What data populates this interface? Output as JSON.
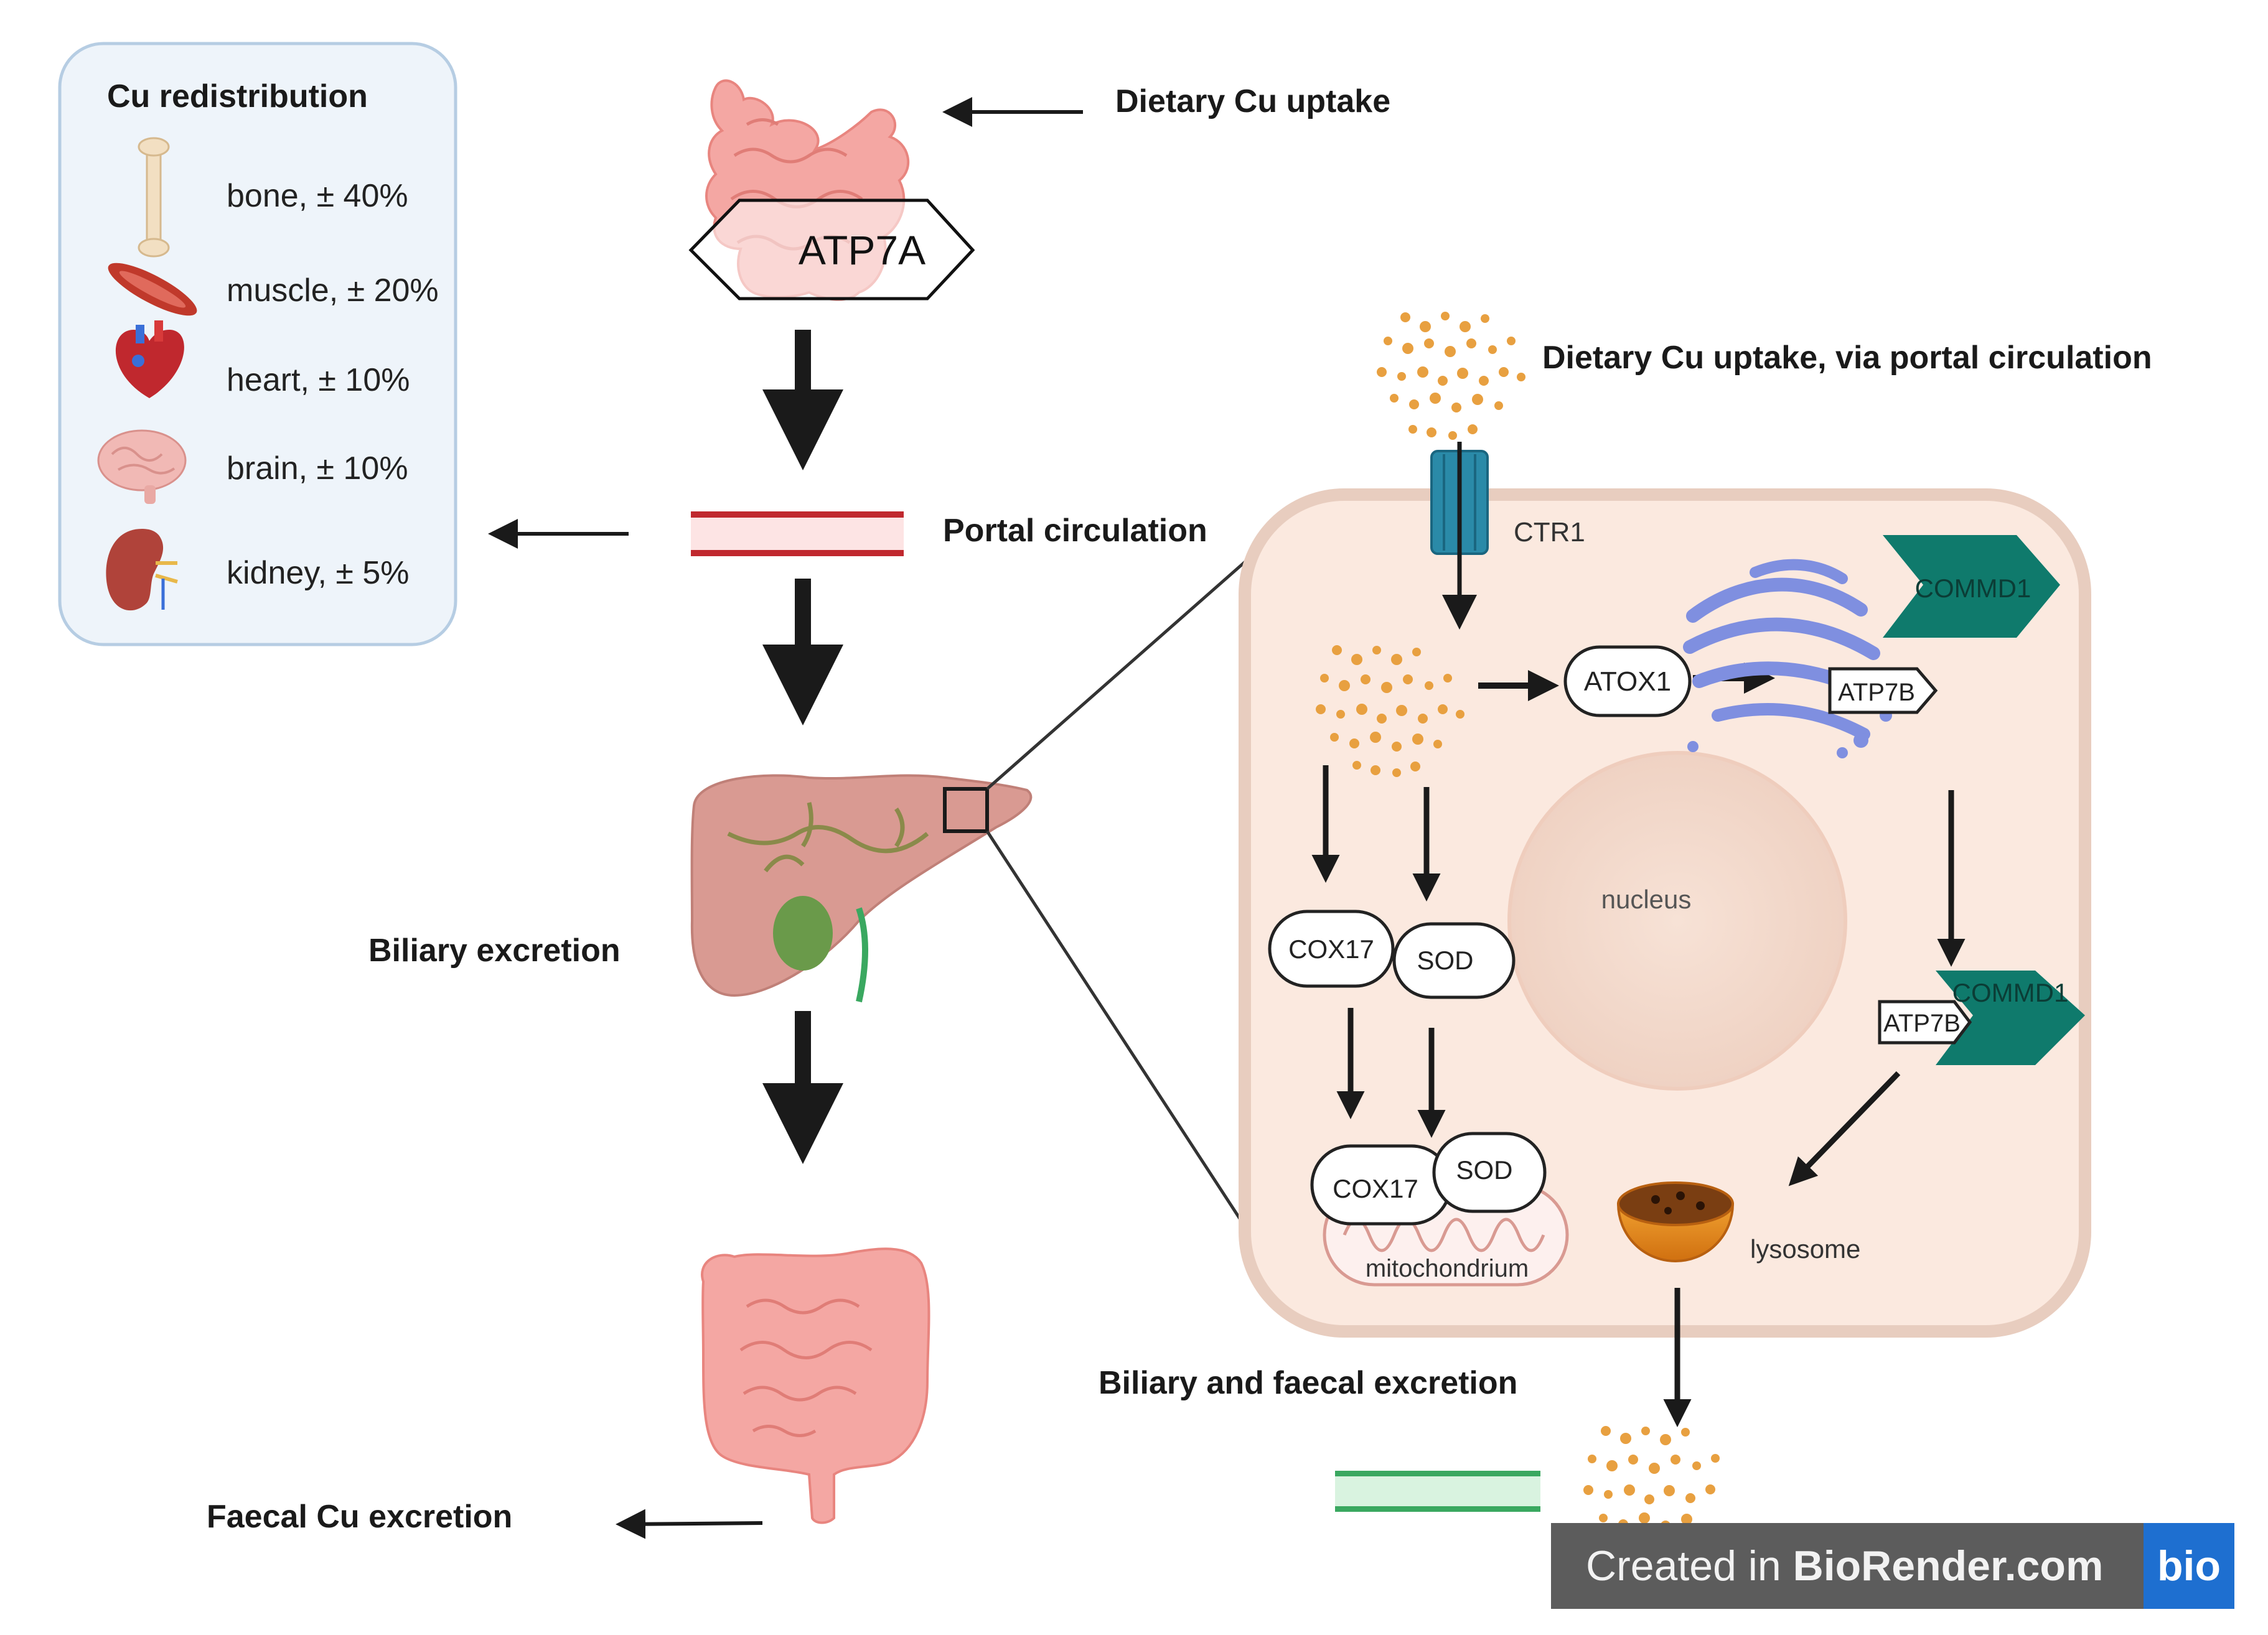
{
  "legend": {
    "title": "Cu redistribution",
    "items": [
      {
        "icon": "bone-icon",
        "label": "bone, ± 40%"
      },
      {
        "icon": "muscle-icon",
        "label": "muscle, ± 20%"
      },
      {
        "icon": "heart-icon",
        "label": "heart, ± 10%"
      },
      {
        "icon": "brain-icon",
        "label": "brain, ± 10%"
      },
      {
        "icon": "kidney-icon",
        "label": "kidney, ± 5%"
      }
    ]
  },
  "labels": {
    "dietary_uptake": "Dietary Cu uptake",
    "atp7a": "ATP7A",
    "portal_circulation": "Portal circulation",
    "biliary_excretion": "Biliary excretion",
    "faecal_excretion": "Faecal Cu excretion",
    "dietary_portal": "Dietary Cu uptake, via portal circulation",
    "biliary_faecal": "Biliary and faecal excretion"
  },
  "cell": {
    "ctr1": "CTR1",
    "atox1": "ATOX1",
    "atp7b_golgi": "ATP7B",
    "commd1_top": "COMMD1",
    "nucleus": "nucleus",
    "cox17_top": "COX17",
    "sod_top": "SOD",
    "cox17_bottom": "COX17",
    "sod_bottom": "SOD",
    "mitochondrion": "mitochondrium",
    "atp7b_bottom": "ATP7B",
    "commd1_bottom": "COMMD1",
    "lysosome": "lysosome"
  },
  "badge": {
    "prefix": "Created in ",
    "brand": "BioRender.com",
    "logo": "bio"
  },
  "colors": {
    "cell_fill": "#fbe9df",
    "cell_border": "#e8cdbf",
    "copper": "#e8a040",
    "commd1": "#0f7a6c",
    "golgi": "#7f8fe0",
    "portal_red": "#c0282e",
    "bile_green": "#3aa860",
    "badge_blue": "#1e6fd0"
  }
}
